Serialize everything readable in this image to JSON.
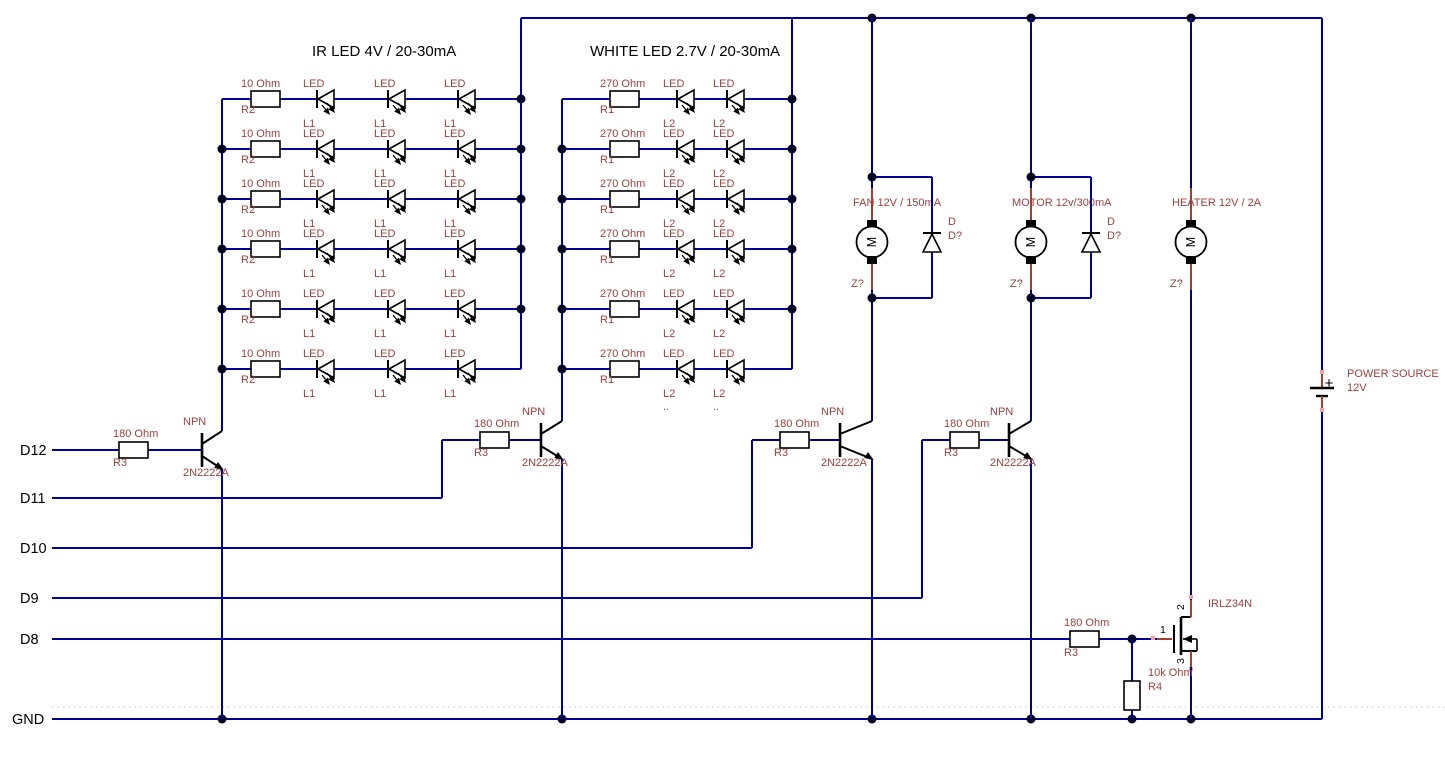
{
  "titles": {
    "ir": "IR LED 4V / 20-30mA",
    "white": "WHITE LED 2.7V / 20-30mA"
  },
  "ir": {
    "rows": 6,
    "leds_per_row": 3,
    "resistor_value": "10 Ohm",
    "resistor_ref": "R2",
    "led_label": "LED",
    "led_ref": "L1"
  },
  "white": {
    "rows": 6,
    "leds_per_row": 2,
    "resistor_value": "270 Ohm",
    "resistor_ref": "R1",
    "led_label": "LED",
    "led_ref": "L2",
    "clip_mark": ".."
  },
  "pins": {
    "d12": "D12",
    "d11": "D11",
    "d10": "D10",
    "d9": "D9",
    "d8": "D8",
    "gnd": "GND"
  },
  "transistor": {
    "type": "NPN",
    "part": "2N2222A",
    "res_value": "180 Ohm",
    "res_ref": "R3"
  },
  "devices": [
    {
      "label": "FAN 12V / 150mA",
      "z": "Z?",
      "motor_letter": "M",
      "diode_name": "D",
      "diode_ref": "D?"
    },
    {
      "label": "MOTOR 12v/300mA",
      "z": "Z?",
      "motor_letter": "M",
      "diode_name": "D",
      "diode_ref": "D?"
    },
    {
      "label": "HEATER 12V / 2A",
      "z": "Z?",
      "motor_letter": "M"
    }
  ],
  "mosfet": {
    "part": "IRLZ34N",
    "pin_gate": "1",
    "pin_drain": "2",
    "pin_source": "3",
    "gate_res_value": "180 Ohm",
    "gate_res_ref": "R3",
    "pulldown_value": "10k Ohm",
    "pulldown_ref": "R4"
  },
  "power": {
    "name": "POWER SOURCE",
    "voltage": "12V",
    "plus": "+"
  },
  "colors": {
    "wire": "#000099",
    "component": "#000000",
    "label_red": "#9B4141",
    "pin_red": "#A0402E",
    "junction": "#000022",
    "pin_mark": "#F2A2A2",
    "grid_dots": "#C8C8C8"
  }
}
